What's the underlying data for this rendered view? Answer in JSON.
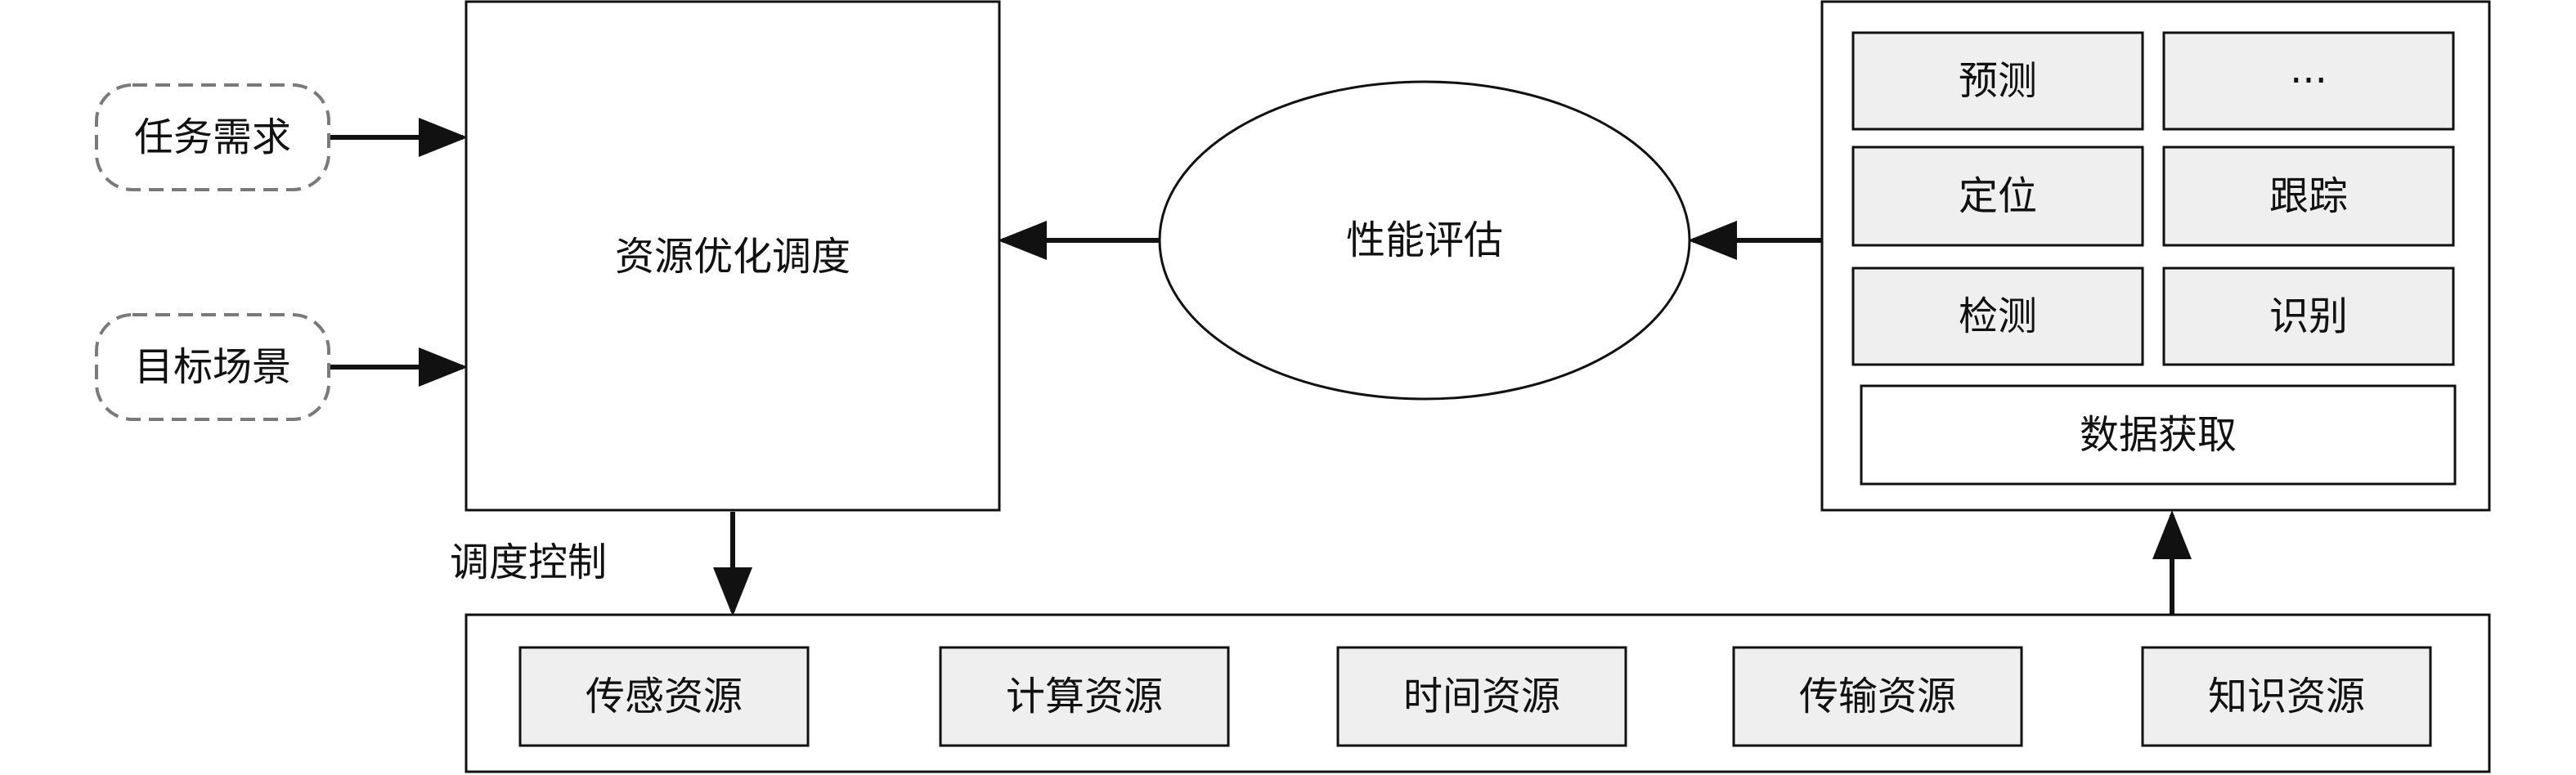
{
  "inputs": {
    "task_demand": "任务需求",
    "target_scene": "目标场景"
  },
  "scheduler": {
    "title": "资源优化调度",
    "control_label": "调度控制"
  },
  "evaluation": {
    "title": "性能评估"
  },
  "functions": {
    "predict": "预测",
    "more": "···",
    "locate": "定位",
    "track": "跟踪",
    "detect": "检测",
    "recognize": "识别",
    "data_acquisition": "数据获取"
  },
  "resources": {
    "sensing": "传感资源",
    "computing": "计算资源",
    "time": "时间资源",
    "transmission": "传输资源",
    "knowledge": "知识资源"
  }
}
